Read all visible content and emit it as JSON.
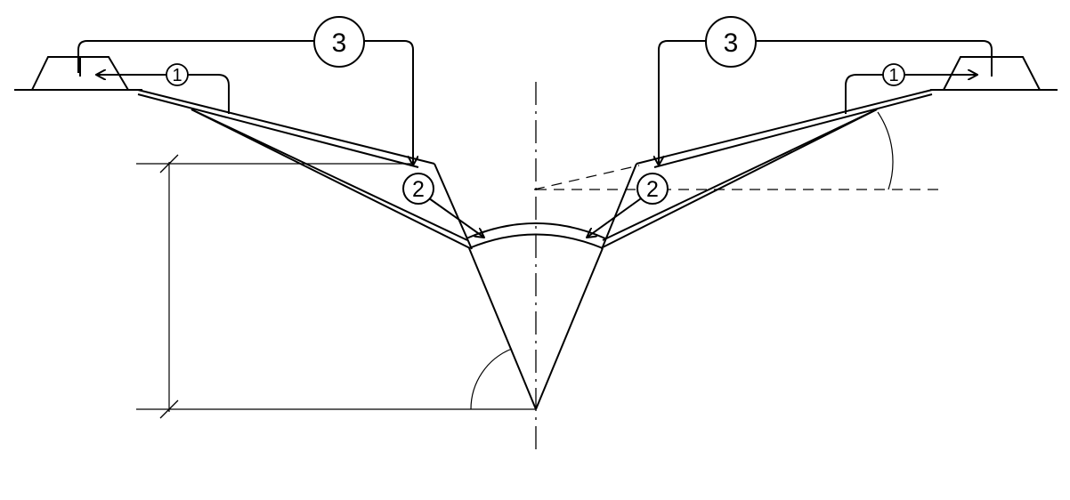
{
  "diagram": {
    "labels": {
      "l1": "1",
      "l2": "2",
      "l3": "3",
      "r1": "1",
      "r2": "2",
      "r3": "3"
    },
    "colors": {
      "line": "#000000",
      "background": "#ffffff"
    }
  }
}
